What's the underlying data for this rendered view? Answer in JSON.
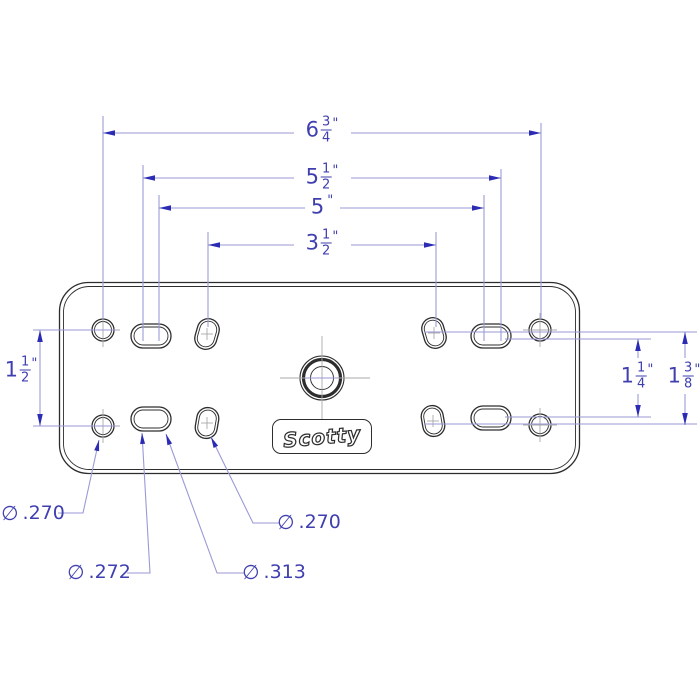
{
  "drawing": {
    "logo": "Scotty",
    "colors": {
      "dimension_line": "#9a9ad6",
      "arrow": "#2b2bb4",
      "dimension_text": "#3f3fb0",
      "plate_outline": "#2d2d2d",
      "centerline": "#a8a8a8",
      "background": "#ffffff"
    },
    "horizontal_dimensions": [
      {
        "name": "overall-hole-span",
        "whole": "6",
        "numerator": "3",
        "denominator": "4",
        "unit": "\""
      },
      {
        "name": "slot-outer-span",
        "whole": "5",
        "numerator": "1",
        "denominator": "2",
        "unit": "\""
      },
      {
        "name": "slot-inner-span",
        "whole": "5",
        "numerator": "",
        "denominator": "",
        "unit": "\""
      },
      {
        "name": "oval-span",
        "whole": "3",
        "numerator": "1",
        "denominator": "2",
        "unit": "\""
      }
    ],
    "vertical_dimensions": [
      {
        "name": "left-hole-spacing",
        "whole": "1",
        "numerator": "1",
        "denominator": "2",
        "unit": "\""
      },
      {
        "name": "right-slot-spacing",
        "whole": "1",
        "numerator": "1",
        "denominator": "4",
        "unit": "\""
      },
      {
        "name": "right-hole-spacing",
        "whole": "1",
        "numerator": "3",
        "denominator": "8",
        "unit": "\""
      }
    ],
    "diameter_labels": [
      {
        "name": "left-round-hole",
        "symbol": "∅",
        "value": ".270"
      },
      {
        "name": "left-slot-hole",
        "symbol": "∅",
        "value": ".272"
      },
      {
        "name": "center-slot-hole",
        "symbol": "∅",
        "value": ".313"
      },
      {
        "name": "right-oval-hole",
        "symbol": "∅",
        "value": ".270"
      }
    ]
  }
}
